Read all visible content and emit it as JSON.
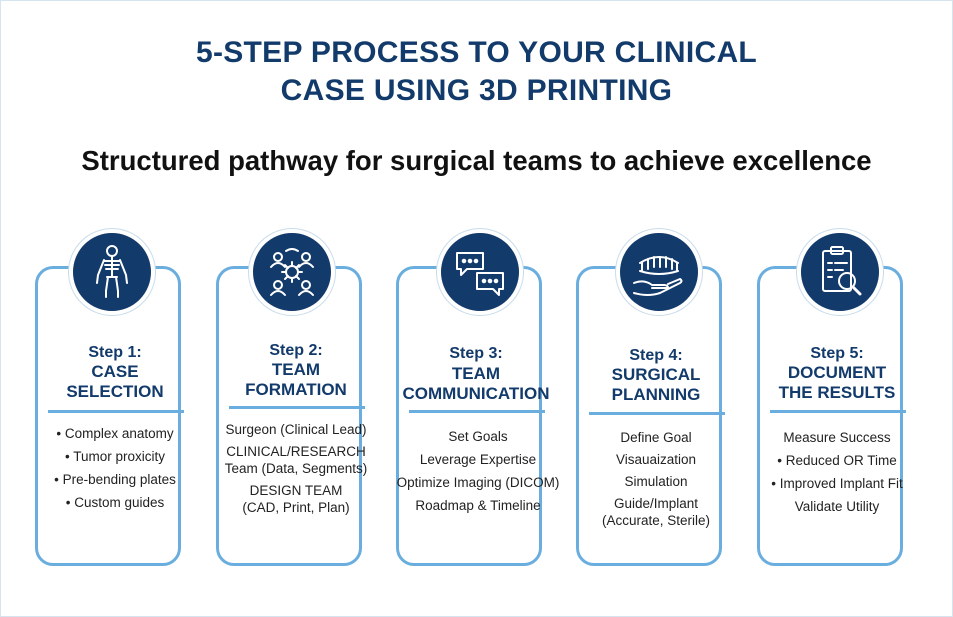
{
  "title_line1": "5-STEP PROCESS TO YOUR CLINICAL",
  "title_line2": "CASE USING 3D PRINTING",
  "subtitle": "Structured pathway for surgical teams to achieve excellence",
  "colors": {
    "navy": "#123a6b",
    "accent": "#6aaedf"
  },
  "steps": [
    {
      "label": "Step 1:",
      "name_line1": "CASE",
      "name_line2": "SELECTION",
      "icon": "human-skeleton-icon",
      "items": [
        "• Complex anatomy",
        "• Tumor proxicity",
        "• Pre-bending plates",
        "• Custom guides"
      ]
    },
    {
      "label": "Step 2:",
      "name_line1": "TEAM",
      "name_line2": "FORMATION",
      "icon": "team-gear-icon",
      "items": [
        "Surgeon (Clinical Lead)",
        "CLINICAL/RESEARCH",
        "Team (Data, Segments)",
        "DESIGN TEAM",
        "(CAD, Print, Plan)"
      ]
    },
    {
      "label": "Step 3:",
      "name_line1": "TEAM",
      "name_line2": "COMMUNICATION",
      "icon": "chat-bubbles-icon",
      "items": [
        "Set Goals",
        "Leverage Expertise",
        "Optimize Imaging (DICOM)",
        "Roadmap & Timeline"
      ]
    },
    {
      "label": "Step 4:",
      "name_line1": "SURGICAL",
      "name_line2": "PLANNING",
      "icon": "hand-dental-model-icon",
      "items": [
        "Define Goal",
        "Visauaization",
        "Simulation",
        "Guide/Implant",
        "(Accurate, Sterile)"
      ]
    },
    {
      "label": "Step 5:",
      "name_line1": "DOCUMENT",
      "name_line2": "THE RESULTS",
      "icon": "clipboard-magnifier-icon",
      "items": [
        "Measure Success",
        "• Reduced OR Time",
        "• Improved Implant Fit",
        "Validate Utility"
      ]
    }
  ]
}
